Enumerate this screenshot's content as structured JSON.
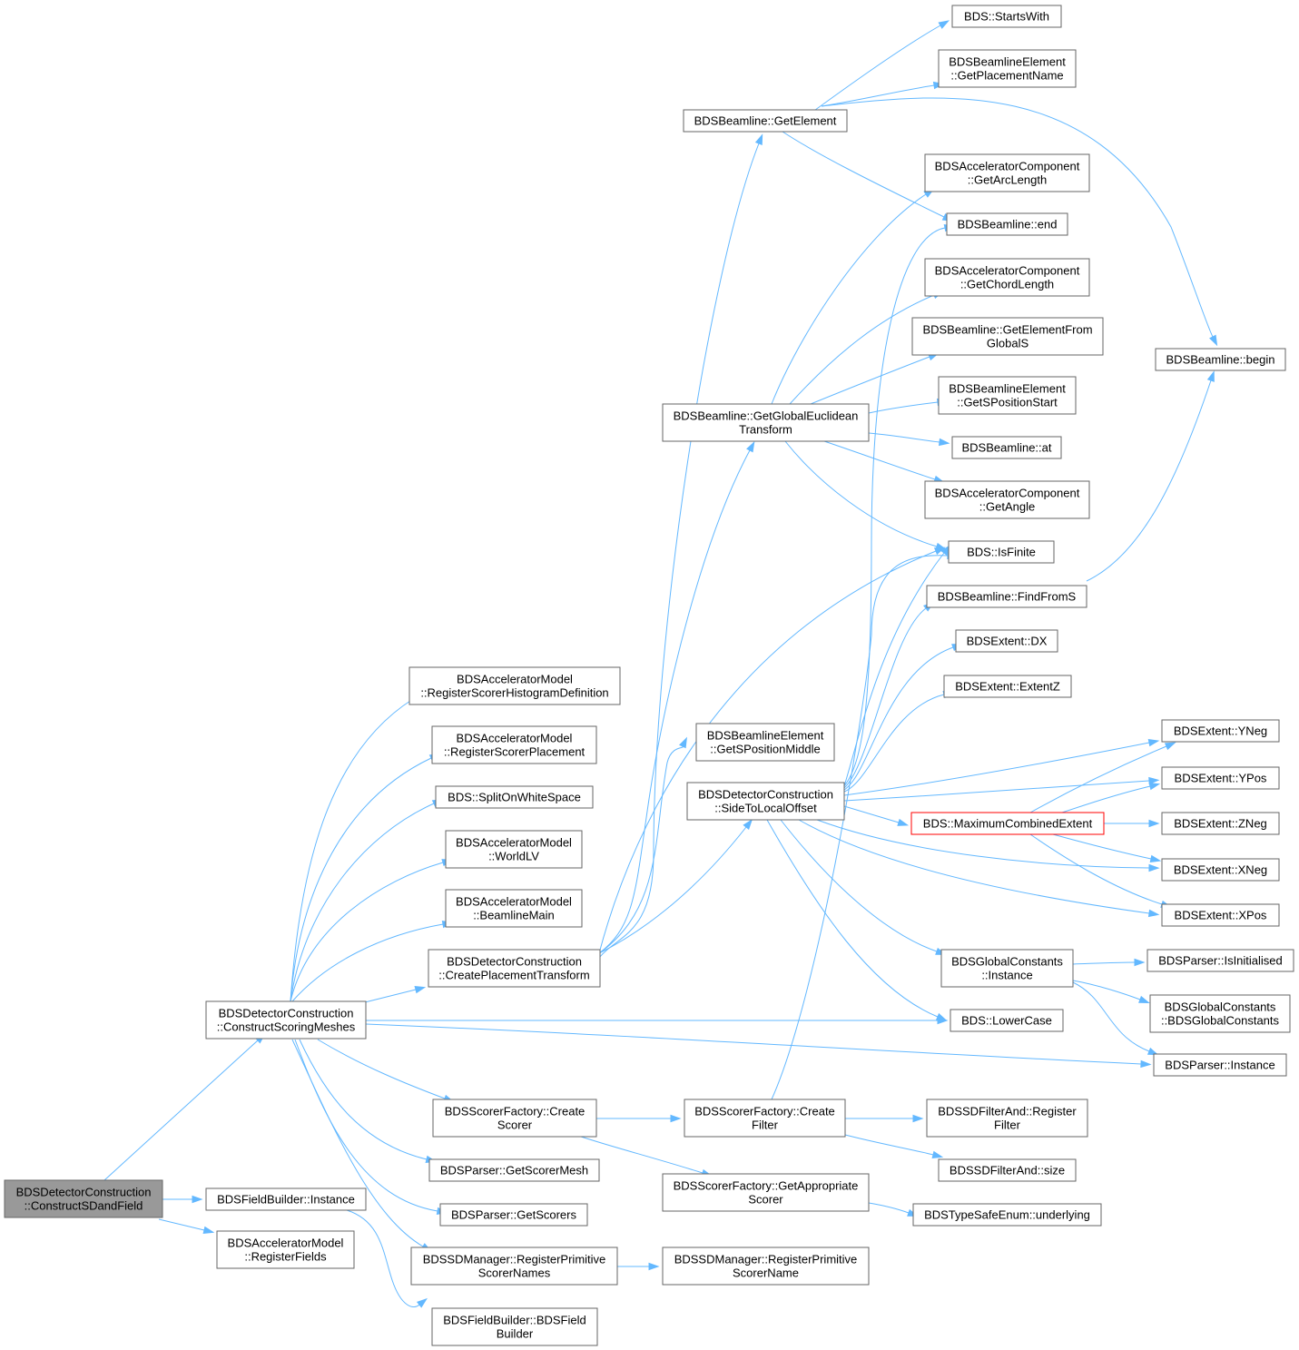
{
  "nodes": [
    {
      "id": "n_root",
      "lines": [
        "BDSDetectorConstruction",
        "::ConstructSDandField"
      ],
      "style": "root"
    },
    {
      "id": "n_csm",
      "lines": [
        "BDSDetectorConstruction",
        "::ConstructScoringMeshes"
      ]
    },
    {
      "id": "n_fbi",
      "lines": [
        "BDSFieldBuilder::Instance"
      ]
    },
    {
      "id": "n_rf",
      "lines": [
        "BDSAcceleratorModel",
        "::RegisterFields"
      ]
    },
    {
      "id": "n_fbc",
      "lines": [
        "BDSFieldBuilder::BDSField",
        "Builder"
      ]
    },
    {
      "id": "n_rshd",
      "lines": [
        "BDSAcceleratorModel",
        "::RegisterScorerHistogramDefinition"
      ]
    },
    {
      "id": "n_rsp",
      "lines": [
        "BDSAcceleratorModel",
        "::RegisterScorerPlacement"
      ]
    },
    {
      "id": "n_sows",
      "lines": [
        "BDS::SplitOnWhiteSpace"
      ]
    },
    {
      "id": "n_wlv",
      "lines": [
        "BDSAcceleratorModel",
        "::WorldLV"
      ]
    },
    {
      "id": "n_bm",
      "lines": [
        "BDSAcceleratorModel",
        "::BeamlineMain"
      ]
    },
    {
      "id": "n_cpt",
      "lines": [
        "BDSDetectorConstruction",
        "::CreatePlacementTransform"
      ]
    },
    {
      "id": "n_sfcs",
      "lines": [
        "BDSScorerFactory::Create",
        "Scorer"
      ]
    },
    {
      "id": "n_pgsm",
      "lines": [
        "BDSParser::GetScorerMesh"
      ]
    },
    {
      "id": "n_pgs",
      "lines": [
        "BDSParser::GetScorers"
      ]
    },
    {
      "id": "n_rpsns",
      "lines": [
        "BDSSDManager::RegisterPrimitive",
        "ScorerNames"
      ]
    },
    {
      "id": "n_ge",
      "lines": [
        "BDSBeamline::GetElement"
      ]
    },
    {
      "id": "n_gget",
      "lines": [
        "BDSBeamline::GetGlobalEuclidean",
        "Transform"
      ]
    },
    {
      "id": "n_gspm",
      "lines": [
        "BDSBeamlineElement",
        "::GetSPositionMiddle"
      ]
    },
    {
      "id": "n_stlo",
      "lines": [
        "BDSDetectorConstruction",
        "::SideToLocalOffset"
      ]
    },
    {
      "id": "n_sfcf",
      "lines": [
        "BDSScorerFactory::Create",
        "Filter"
      ]
    },
    {
      "id": "n_gas",
      "lines": [
        "BDSScorerFactory::GetAppropriate",
        "Scorer"
      ]
    },
    {
      "id": "n_rpsn",
      "lines": [
        "BDSSDManager::RegisterPrimitive",
        "ScorerName"
      ]
    },
    {
      "id": "n_sw",
      "lines": [
        "BDS::StartsWith"
      ]
    },
    {
      "id": "n_gpn",
      "lines": [
        "BDSBeamlineElement",
        "::GetPlacementName"
      ]
    },
    {
      "id": "n_gal",
      "lines": [
        "BDSAcceleratorComponent",
        "::GetArcLength"
      ]
    },
    {
      "id": "n_end",
      "lines": [
        "BDSBeamline::end"
      ]
    },
    {
      "id": "n_gcl",
      "lines": [
        "BDSAcceleratorComponent",
        "::GetChordLength"
      ]
    },
    {
      "id": "n_gefg",
      "lines": [
        "BDSBeamline::GetElementFrom",
        "GlobalS"
      ]
    },
    {
      "id": "n_gsps",
      "lines": [
        "BDSBeamlineElement",
        "::GetSPositionStart"
      ]
    },
    {
      "id": "n_at",
      "lines": [
        "BDSBeamline::at"
      ]
    },
    {
      "id": "n_ga",
      "lines": [
        "BDSAcceleratorComponent",
        "::GetAngle"
      ]
    },
    {
      "id": "n_isf",
      "lines": [
        "BDS::IsFinite"
      ]
    },
    {
      "id": "n_ffs",
      "lines": [
        "BDSBeamline::FindFromS"
      ]
    },
    {
      "id": "n_dx",
      "lines": [
        "BDSExtent::DX"
      ]
    },
    {
      "id": "n_ez",
      "lines": [
        "BDSExtent::ExtentZ"
      ]
    },
    {
      "id": "n_mce",
      "lines": [
        "BDS::MaximumCombinedExtent"
      ],
      "style": "highlight"
    },
    {
      "id": "n_gci",
      "lines": [
        "BDSGlobalConstants",
        "::Instance"
      ]
    },
    {
      "id": "n_lc",
      "lines": [
        "BDS::LowerCase"
      ]
    },
    {
      "id": "n_fareg",
      "lines": [
        "BDSSDFilterAnd::Register",
        "Filter"
      ]
    },
    {
      "id": "n_fasz",
      "lines": [
        "BDSSDFilterAnd::size"
      ]
    },
    {
      "id": "n_tseu",
      "lines": [
        "BDSTypeSafeEnum::underlying"
      ]
    },
    {
      "id": "n_begin",
      "lines": [
        "BDSBeamline::begin"
      ]
    },
    {
      "id": "n_yneg",
      "lines": [
        "BDSExtent::YNeg"
      ]
    },
    {
      "id": "n_ypos",
      "lines": [
        "BDSExtent::YPos"
      ]
    },
    {
      "id": "n_zneg",
      "lines": [
        "BDSExtent::ZNeg"
      ]
    },
    {
      "id": "n_xneg",
      "lines": [
        "BDSExtent::XNeg"
      ]
    },
    {
      "id": "n_xpos",
      "lines": [
        "BDSExtent::XPos"
      ]
    },
    {
      "id": "n_pii",
      "lines": [
        "BDSParser::IsInitialised"
      ]
    },
    {
      "id": "n_gcbgc",
      "lines": [
        "BDSGlobalConstants",
        "::BDSGlobalConstants"
      ]
    },
    {
      "id": "n_pinst",
      "lines": [
        "BDSParser::Instance"
      ]
    }
  ],
  "colors": {
    "edge": "#63b8ff",
    "node_border": "#666666",
    "root_fill": "#999999",
    "highlight_border": "#ff0000"
  }
}
